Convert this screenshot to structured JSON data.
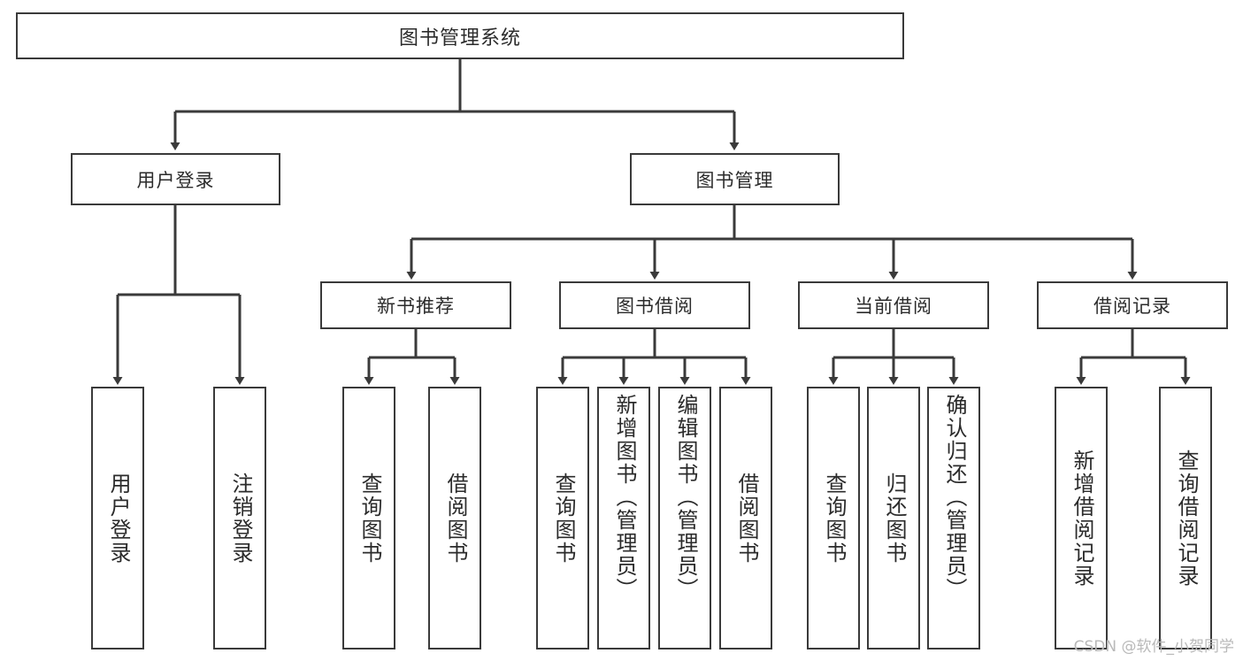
{
  "diagram": {
    "title": "图书管理系统",
    "style": {
      "box_border_color": "#3a3a3a",
      "box_fill_color": "#ffffff",
      "line_color": "#3a3a3a",
      "text_color": "#2b2b2b",
      "background": "#ffffff"
    },
    "root": {
      "label": "图书管理系统"
    },
    "level2": [
      {
        "label": "用户登录"
      },
      {
        "label": "图书管理"
      }
    ],
    "level3": [
      {
        "label": "新书推荐"
      },
      {
        "label": "图书借阅"
      },
      {
        "label": "当前借阅"
      },
      {
        "label": "借阅记录"
      }
    ],
    "leaves": {
      "user_login": [
        {
          "label": "用户登录"
        },
        {
          "label": "注销登录"
        }
      ],
      "new_book": [
        {
          "label": "查询图书"
        },
        {
          "label": "借阅图书"
        }
      ],
      "book_borrow": [
        {
          "label": "查询图书"
        },
        {
          "label": "新增图书（管理员）"
        },
        {
          "label": "编辑图书（管理员）"
        },
        {
          "label": "借阅图书"
        }
      ],
      "current_borrow": [
        {
          "label": "查询图书"
        },
        {
          "label": "归还图书"
        },
        {
          "label": "确认归还（管理员）"
        }
      ],
      "borrow_record": [
        {
          "label": "新增借阅记录"
        },
        {
          "label": "查询借阅记录"
        }
      ]
    }
  },
  "watermark": {
    "text": "CSDN @软件_小贺同学"
  }
}
